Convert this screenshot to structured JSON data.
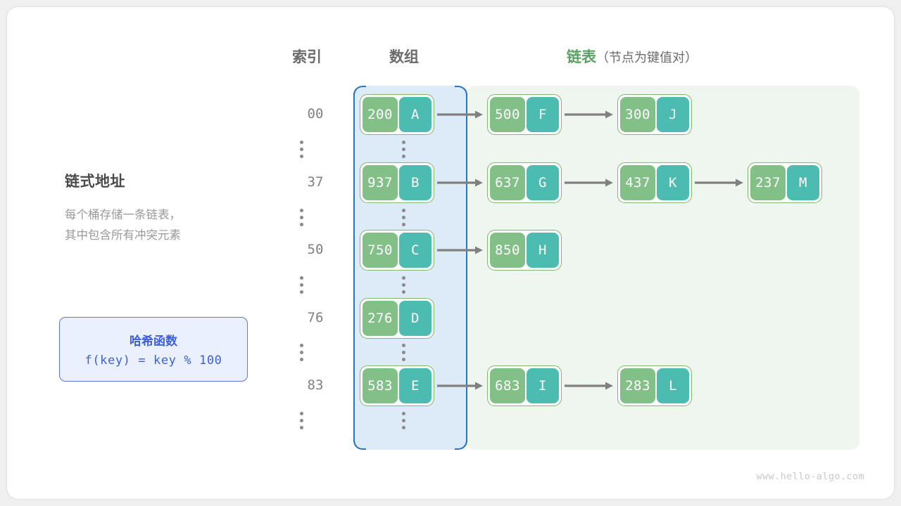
{
  "headers": {
    "index": "索引",
    "array": "数组",
    "list_strong": "链表",
    "list_paren": "（节点为键值对）"
  },
  "description": {
    "title": "链式地址",
    "body": "每个桶存储一条链表，\n其中包含所有冲突元素"
  },
  "hash_box": {
    "title": "哈希函数",
    "formula": "f(key) = key % 100"
  },
  "colors": {
    "array_panel_bg": "#ddeaf7",
    "array_panel_border": "#2277c8",
    "list_panel_bg": "#eff6ef",
    "node_border": "#7fb96a",
    "key_cell": "#83c088",
    "value_cell": "#4cbcb0",
    "arrow": "#808080",
    "accent_green": "#59a361",
    "hash_blue": "#3f5fd8"
  },
  "ellipsis_glyph": "⋮",
  "buckets": [
    {
      "index": "00",
      "nodes": [
        {
          "key": "200",
          "value": "A"
        },
        {
          "key": "500",
          "value": "F"
        },
        {
          "key": "300",
          "value": "J"
        }
      ]
    },
    {
      "index": "37",
      "nodes": [
        {
          "key": "937",
          "value": "B"
        },
        {
          "key": "637",
          "value": "G"
        },
        {
          "key": "437",
          "value": "K"
        },
        {
          "key": "237",
          "value": "M"
        }
      ]
    },
    {
      "index": "50",
      "nodes": [
        {
          "key": "750",
          "value": "C"
        },
        {
          "key": "850",
          "value": "H"
        }
      ]
    },
    {
      "index": "76",
      "nodes": [
        {
          "key": "276",
          "value": "D"
        }
      ]
    },
    {
      "index": "83",
      "nodes": [
        {
          "key": "583",
          "value": "E"
        },
        {
          "key": "683",
          "value": "I"
        },
        {
          "key": "283",
          "value": "L"
        }
      ]
    }
  ],
  "watermark": "www.hello-algo.com"
}
